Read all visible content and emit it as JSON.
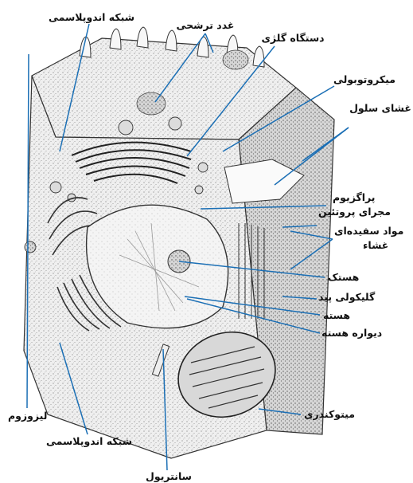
{
  "labels": {
    "er_top": "شبکه اندوپلاسمی",
    "secretory": "غدد ترشحی",
    "golgi": "دستگاه گلژی",
    "microtubules": "میکروتوبولی",
    "cell_membrane": "غشای سلول",
    "pinocytosis": "پراگزیوم",
    "protein_channel": "مجرای پروتئین",
    "membrane_white_matter_1": "مواد سفیده‌ای",
    "membrane_white_matter_2": "غشاء",
    "nucleolus": "هستک",
    "glycolipid": "گلیکولی پید",
    "nucleus": "هسته",
    "nuclear_envelope": "دیواره هسته",
    "mitochondria": "میتوکندری",
    "lysosome": "لیزوزوم",
    "er_bottom": "شبکه اندوپلاسمی",
    "centriole": "سانتریول"
  },
  "colors": {
    "leader": "#1b6fb5",
    "ink": "#2a2a2a",
    "cytoplasm": "#e9e9e9"
  }
}
